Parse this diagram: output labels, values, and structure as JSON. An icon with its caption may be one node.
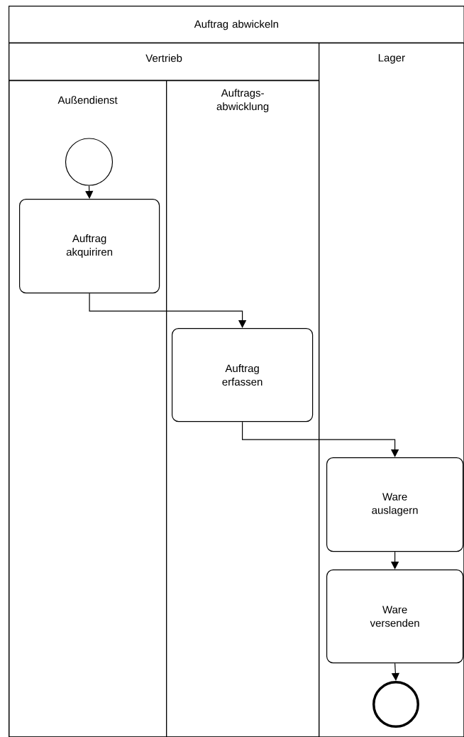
{
  "diagram": {
    "nodes": [
      {
        "text": [
          "Auftrag abwickeln"
        ]
      },
      {
        "text": [
          "Vertrieb"
        ],
        "in": 0
      },
      {
        "text": [
          "Außendienst"
        ],
        "in": 1
      },
      {
        "text": [
          "Auftrags- abwicklung"
        ],
        "in": 1
      },
      {
        "text": [
          "Lager"
        ],
        "in": 0
      },
      {
        "text": [],
        "shape": "circle",
        "in": 2
      },
      {
        "text": [
          "Auftrag akquiriren"
        ],
        "in": 2
      },
      {
        "text": [
          "Auftrag erfassen"
        ],
        "in": 3
      },
      {
        "text": [
          "Ware auslagern"
        ],
        "in": 4
      },
      {
        "text": [
          "Ware versenden"
        ],
        "in": 4
      },
      {
        "text": [],
        "shape": "circle",
        "in": 4
      }
    ],
    "edges": [
      {
        "from": 5,
        "to": 6,
        "arrow": "to"
      },
      {
        "from": 6,
        "to": 7,
        "arrow": "to"
      },
      {
        "from": 7,
        "to": 8,
        "arrow": "to"
      },
      {
        "from": 8,
        "to": 9,
        "arrow": "to"
      },
      {
        "from": 9,
        "to": 10,
        "arrow": "to"
      }
    ]
  }
}
